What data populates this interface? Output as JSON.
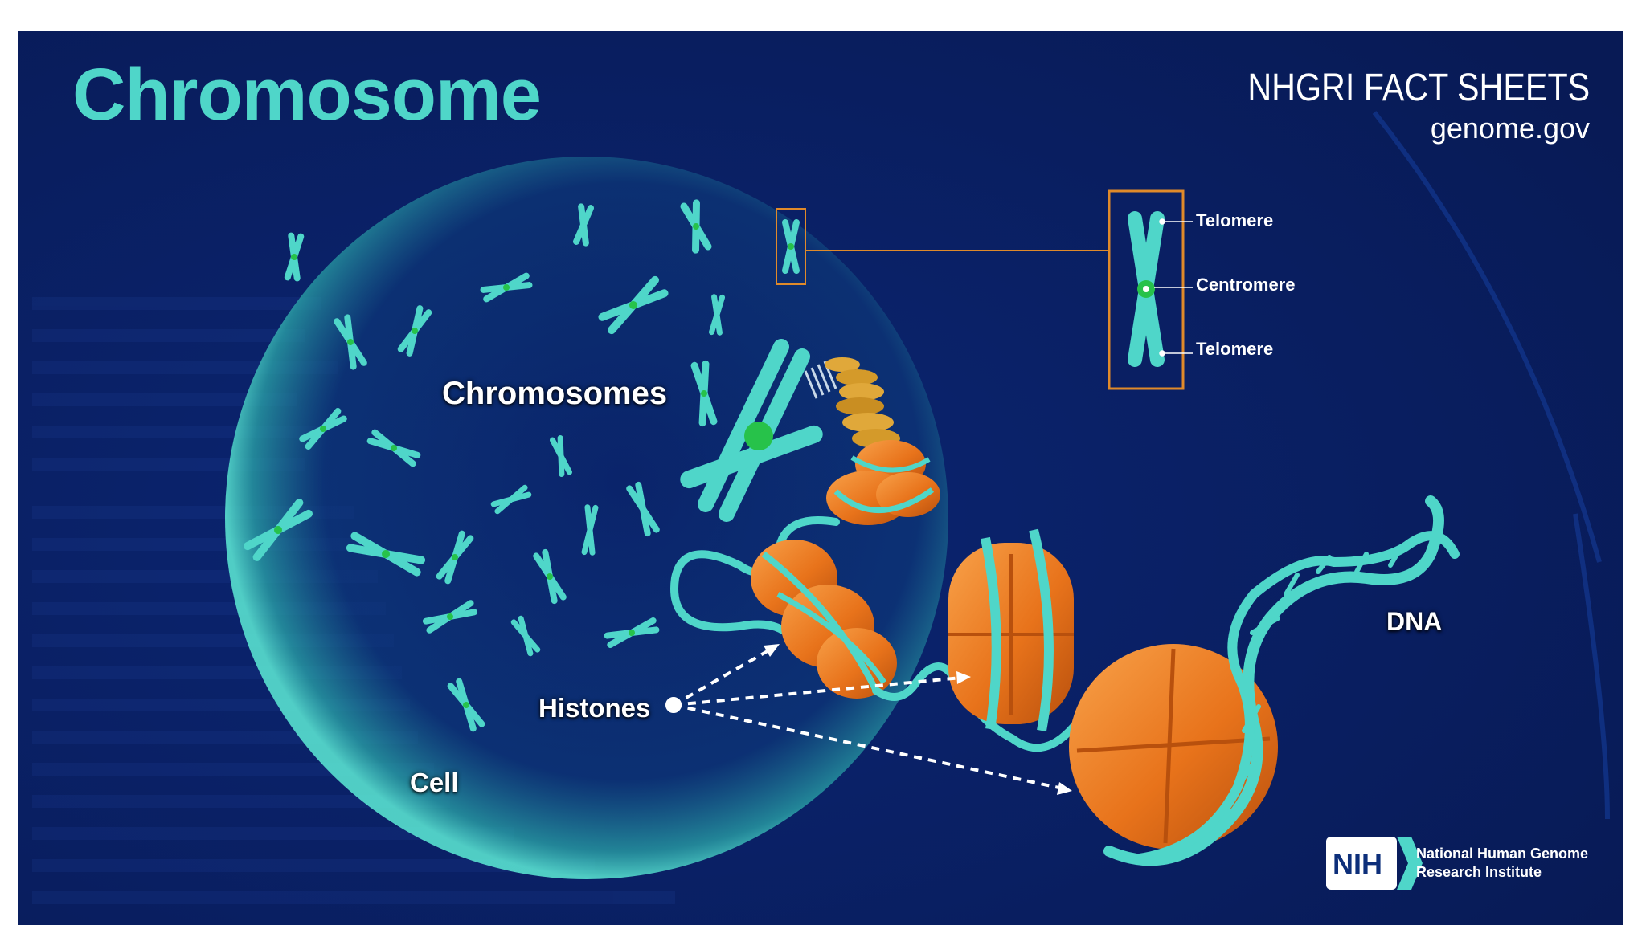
{
  "header": {
    "title": "Chromosome",
    "series": "NHGRI FACT SHEETS",
    "site": "genome.gov"
  },
  "labels": {
    "chromosomes": "Chromosomes",
    "histones": "Histones",
    "cell": "Cell",
    "dna": "DNA"
  },
  "chromosome_parts": {
    "telomere_top": "Telomere",
    "centromere": "Centromere",
    "telomere_bottom": "Telomere"
  },
  "branding": {
    "logo_text": "NIH",
    "institute_name": "National Human Genome Research Institute"
  },
  "colors": {
    "background": "#0a1f63",
    "chromosome": "#4fd6c9",
    "centromere": "#27c24a",
    "histone": "#e8731b",
    "callout_frame": "#e08a2a"
  }
}
